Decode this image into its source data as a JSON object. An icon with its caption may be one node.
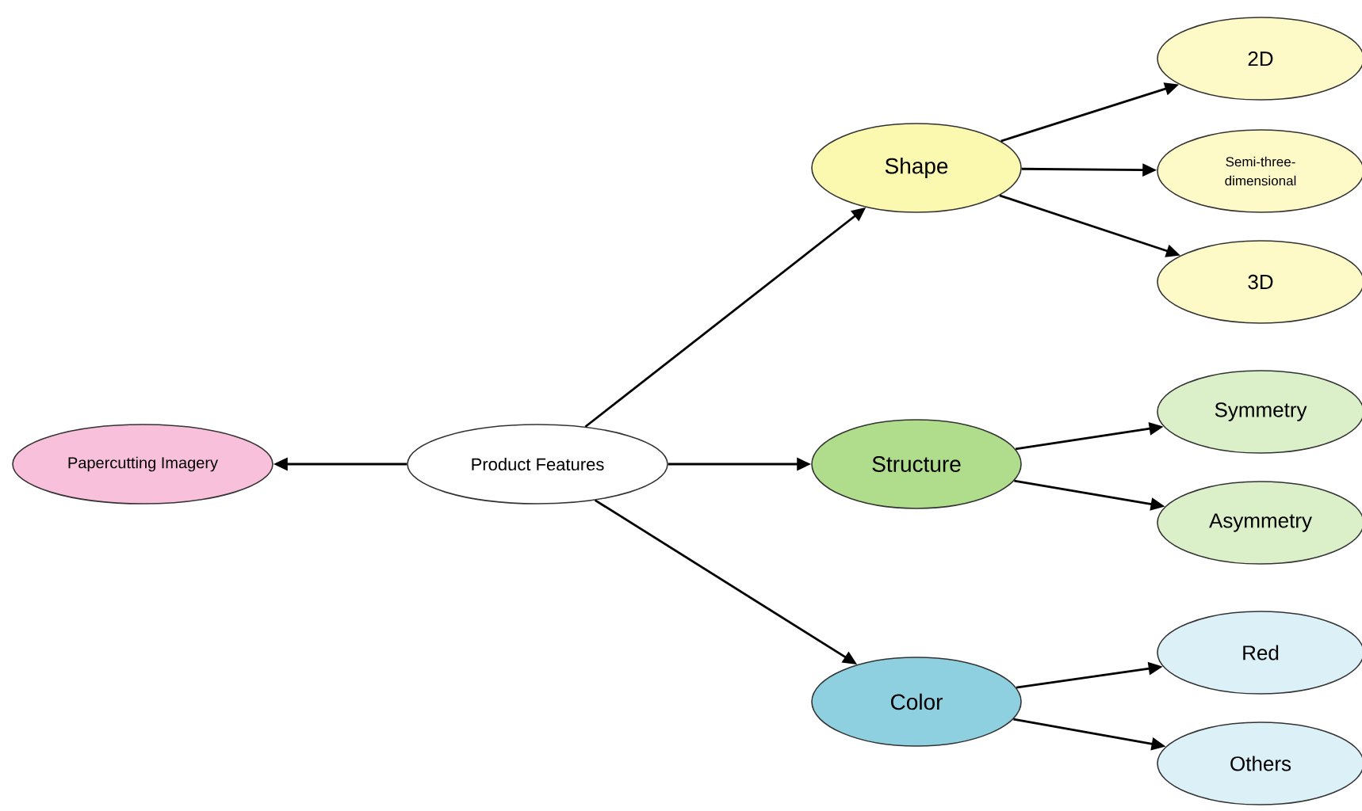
{
  "diagram": {
    "nodes": [
      {
        "text": [
          "Papercutting Imagery"
        ]
      },
      {
        "text": [
          "Product Features"
        ]
      },
      {
        "text": [
          "Shape"
        ]
      },
      {
        "text": [
          "Structure"
        ]
      },
      {
        "text": [
          "Color"
        ]
      },
      {
        "text": [
          "2D"
        ]
      },
      {
        "text": [
          "Semi-three-dimensional"
        ]
      },
      {
        "text": [
          "3D"
        ]
      },
      {
        "text": [
          "Symmetry"
        ]
      },
      {
        "text": [
          "Asymmetry"
        ]
      },
      {
        "text": [
          "Red"
        ]
      },
      {
        "text": [
          "Others"
        ]
      }
    ],
    "edges": [
      {
        "from": 1,
        "to": 0,
        "arrow": "to"
      },
      {
        "from": 1,
        "to": 2,
        "arrow": "to"
      },
      {
        "from": 1,
        "to": 3,
        "arrow": "to"
      },
      {
        "from": 1,
        "to": 4,
        "arrow": "to"
      },
      {
        "from": 2,
        "to": 5,
        "arrow": "to"
      },
      {
        "from": 2,
        "to": 6,
        "arrow": "to"
      },
      {
        "from": 2,
        "to": 7,
        "arrow": "to"
      },
      {
        "from": 3,
        "to": 8,
        "arrow": "to"
      },
      {
        "from": 3,
        "to": 9,
        "arrow": "to"
      },
      {
        "from": 4,
        "to": 10,
        "arrow": "to"
      },
      {
        "from": 4,
        "to": 11,
        "arrow": "to"
      }
    ]
  }
}
